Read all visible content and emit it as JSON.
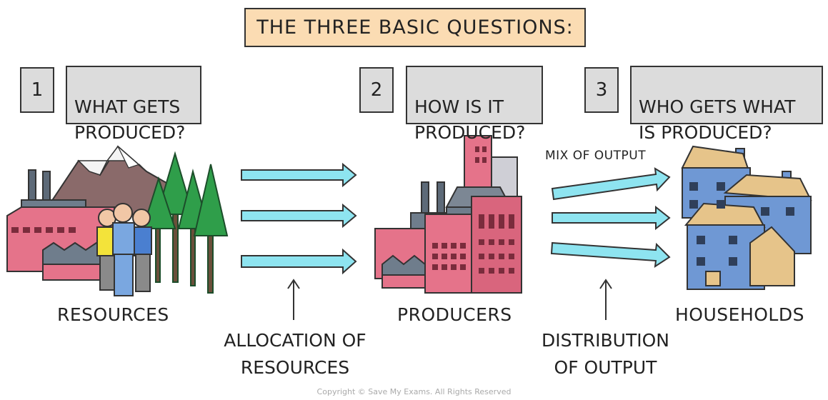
{
  "title": "THE THREE BASIC QUESTIONS:",
  "questions": [
    {
      "number": "1",
      "text": "WHAT GETS\nPRODUCED?"
    },
    {
      "number": "2",
      "text": "HOW IS IT\nPRODUCED?"
    },
    {
      "number": "3",
      "text": "WHO GETS WHAT\nIS PRODUCED?"
    }
  ],
  "nodes": {
    "resources": "RESOURCES",
    "producers": "PRODUCERS",
    "households": "HOUSEHOLDS"
  },
  "flows": {
    "allocation": "ALLOCATION OF\nRESOURCES",
    "distribution": "DISTRIBUTION\nOF OUTPUT",
    "mix": "MIX OF OUTPUT"
  },
  "copyright": "Copyright © Save My Exams. All Rights Reserved",
  "colors": {
    "title_fill": "#fbdcb3",
    "question_fill": "#dcdcdc",
    "arrow_fill": "#8ee4f0",
    "factory_fill": "#e5738a",
    "house_fill": "#6f98d4",
    "house_roof": "#e6c48a",
    "tree_fill": "#2f9e4a"
  }
}
